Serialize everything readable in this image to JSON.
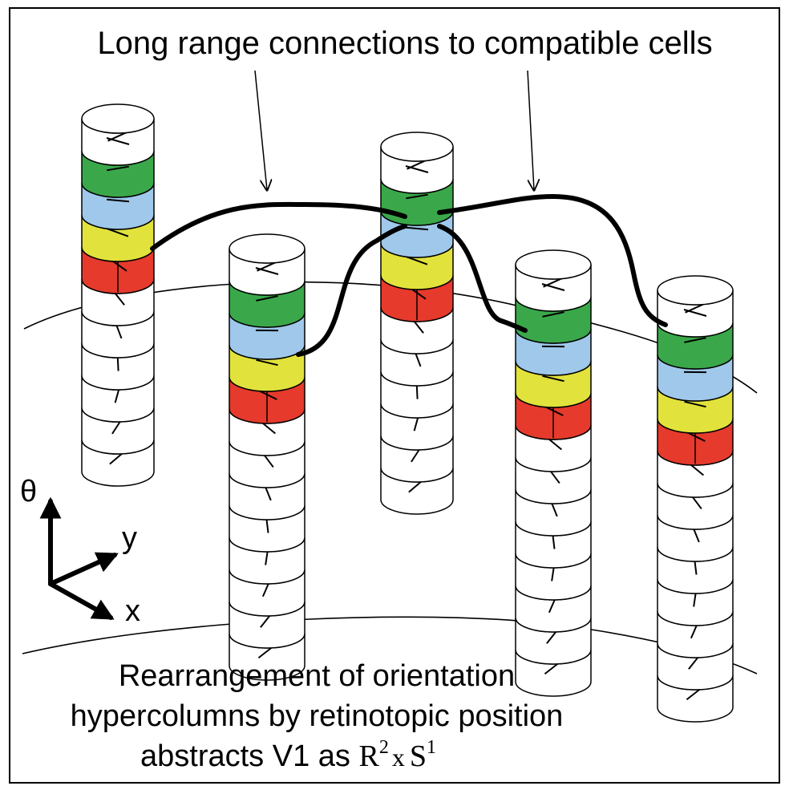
{
  "title": "Long range connections to compatible cells",
  "caption": {
    "line1": "Rearrangement of orientation",
    "line2": "hypercolumns by retinotopic position",
    "line3_prefix": "abstracts V1 as ",
    "math_r": "R",
    "math_r_exp": "2",
    "math_x": "x",
    "math_s": "S",
    "math_s_exp": "1"
  },
  "axes": {
    "theta": "θ",
    "y": "y",
    "x": "x"
  },
  "colors": {
    "green": "#3aa84a",
    "blue": "#9fc8ea",
    "yellow": "#e2e23c",
    "red": "#e53a2c",
    "white": "#ffffff",
    "stroke": "#000000"
  },
  "columns": [
    {
      "bands": [
        "white",
        "green",
        "blue",
        "yellow",
        "red",
        "white",
        "white",
        "white",
        "white",
        "white",
        "white"
      ]
    },
    {
      "bands": [
        "white",
        "green",
        "blue",
        "yellow",
        "red",
        "white",
        "white",
        "white",
        "white",
        "white",
        "white",
        "white",
        "white"
      ]
    },
    {
      "bands": [
        "white",
        "green",
        "blue",
        "yellow",
        "red",
        "white",
        "white",
        "white",
        "white",
        "white",
        "white"
      ]
    },
    {
      "bands": [
        "white",
        "green",
        "blue",
        "yellow",
        "red",
        "white",
        "white",
        "white",
        "white",
        "white",
        "white",
        "white",
        "white"
      ]
    },
    {
      "bands": [
        "white",
        "green",
        "blue",
        "yellow",
        "red",
        "white",
        "white",
        "white",
        "white",
        "white",
        "white",
        "white",
        "white"
      ]
    }
  ]
}
